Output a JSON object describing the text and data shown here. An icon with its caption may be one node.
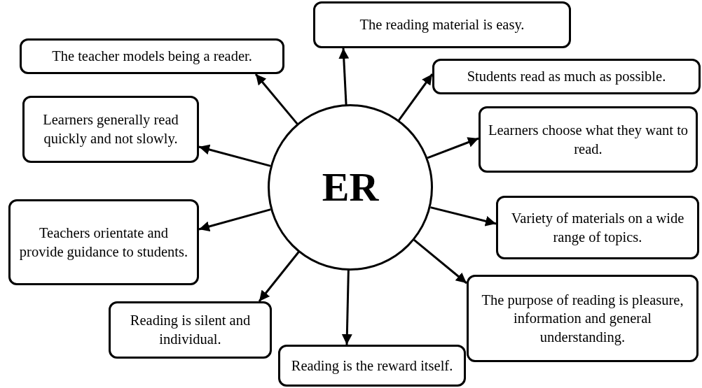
{
  "diagram": {
    "nodes": [
      {
        "text": [
          "ER"
        ]
      },
      {
        "text": [
          "The teacher models being a reader."
        ]
      },
      {
        "text": [
          "The reading material is easy."
        ]
      },
      {
        "text": [
          "Students read as much as possible."
        ]
      },
      {
        "text": [
          "Learners generally read quickly and not slowly."
        ]
      },
      {
        "text": [
          "Learners choose what they want to read."
        ]
      },
      {
        "text": [
          "Teachers orientate and provide guidance to students."
        ]
      },
      {
        "text": [
          "Variety of materials on a wide range of topics."
        ]
      },
      {
        "text": [
          "The purpose of reading is pleasure, information and general understanding."
        ]
      },
      {
        "text": [
          "Reading is silent and individual."
        ]
      },
      {
        "text": [
          "Reading is the reward itself."
        ]
      }
    ],
    "edges": [
      {
        "from": 0,
        "to": 1,
        "arrow": "to"
      },
      {
        "from": 0,
        "to": 2,
        "arrow": "to"
      },
      {
        "from": 0,
        "to": 3,
        "arrow": "to"
      },
      {
        "from": 0,
        "to": 4,
        "arrow": "to"
      },
      {
        "from": 0,
        "to": 5,
        "arrow": "to"
      },
      {
        "from": 0,
        "to": 6,
        "arrow": "to"
      },
      {
        "from": 0,
        "to": 7,
        "arrow": "to"
      },
      {
        "from": 0,
        "to": 8,
        "arrow": "to"
      },
      {
        "from": 0,
        "to": 9,
        "arrow": "to"
      },
      {
        "from": 0,
        "to": 10,
        "arrow": "to"
      }
    ]
  }
}
